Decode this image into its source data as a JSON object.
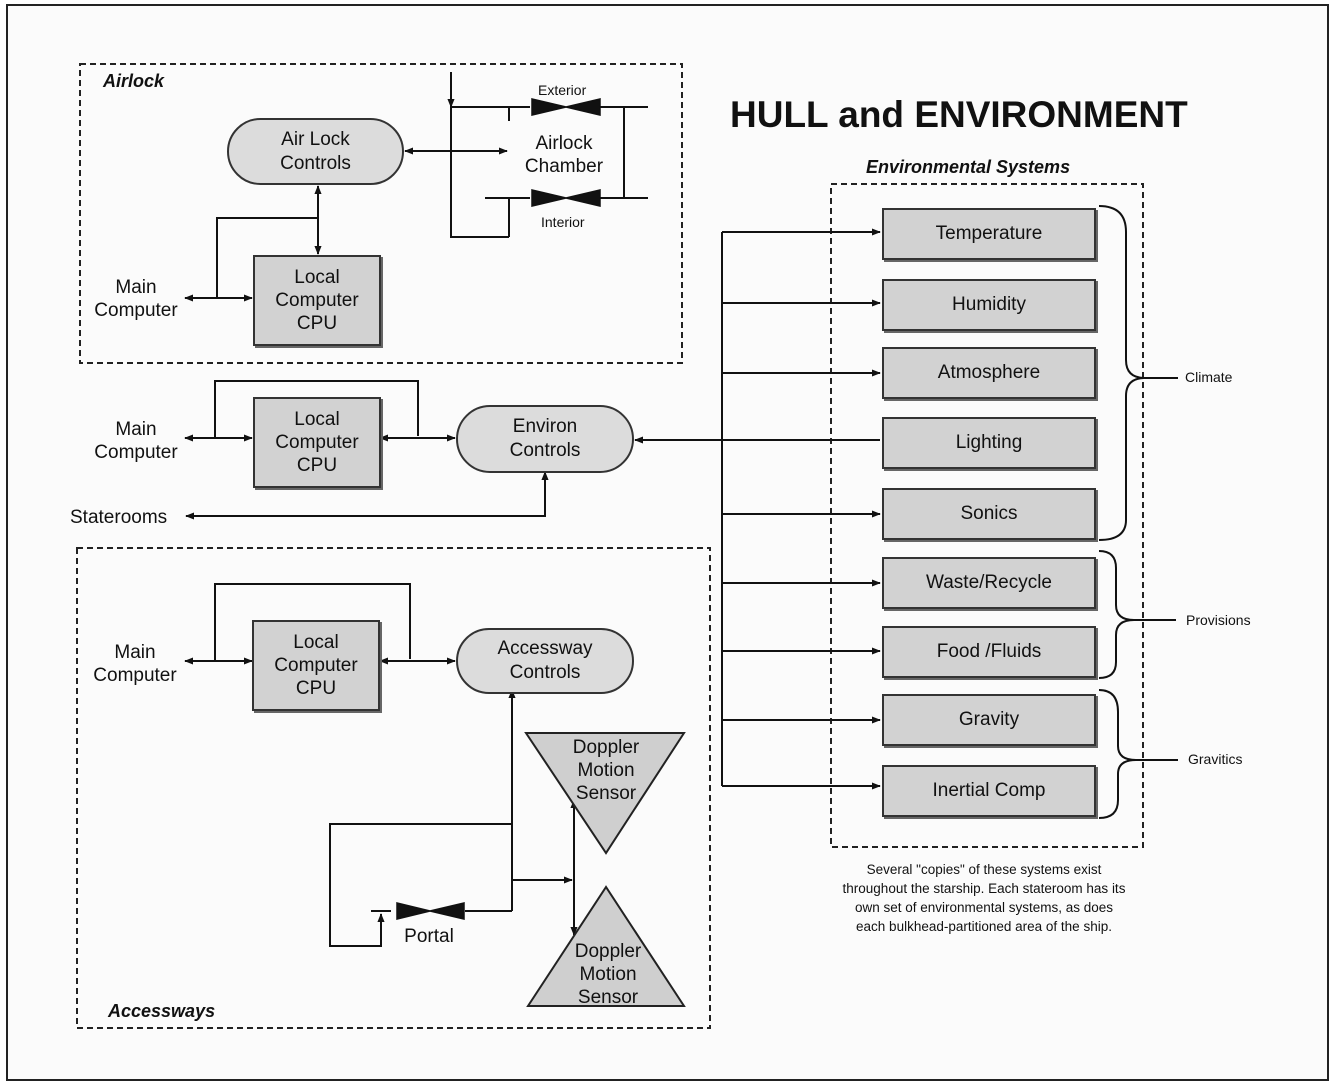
{
  "title": "HULL and ENVIRONMENT",
  "airlock": {
    "region_label": "Airlock",
    "controls": "Air Lock\nControls",
    "cpu": "Local\nComputer\nCPU",
    "main_computer": "Main\nComputer",
    "chamber": "Airlock\nChamber",
    "exterior": "Exterior",
    "interior": "Interior"
  },
  "environ": {
    "main_computer": "Main\nComputer",
    "cpu": "Local\nComputer\nCPU",
    "controls": "Environ\nControls",
    "staterooms": "Staterooms"
  },
  "accessways": {
    "region_label": "Accessways",
    "main_computer": "Main\nComputer",
    "cpu": "Local\nComputer\nCPU",
    "controls": "Accessway\nControls",
    "sensor_top": "Doppler\nMotion\nSensor",
    "sensor_bottom": "Doppler\nMotion\nSensor",
    "portal": "Portal"
  },
  "environmental_systems": {
    "heading": "Environmental Systems",
    "items": [
      "Temperature",
      "Humidity",
      "Atmosphere",
      "Lighting",
      "Sonics",
      "Waste/Recycle",
      "Food /Fluids",
      "Gravity",
      "Inertial Comp"
    ],
    "groups": [
      "Climate",
      "Provisions",
      "Gravitics"
    ],
    "note": "Several \"copies\" of these systems exist\nthroughout the starship. Each stateroom has its\nown set of environmental systems, as does\neach bulkhead-partitioned area of the ship."
  }
}
